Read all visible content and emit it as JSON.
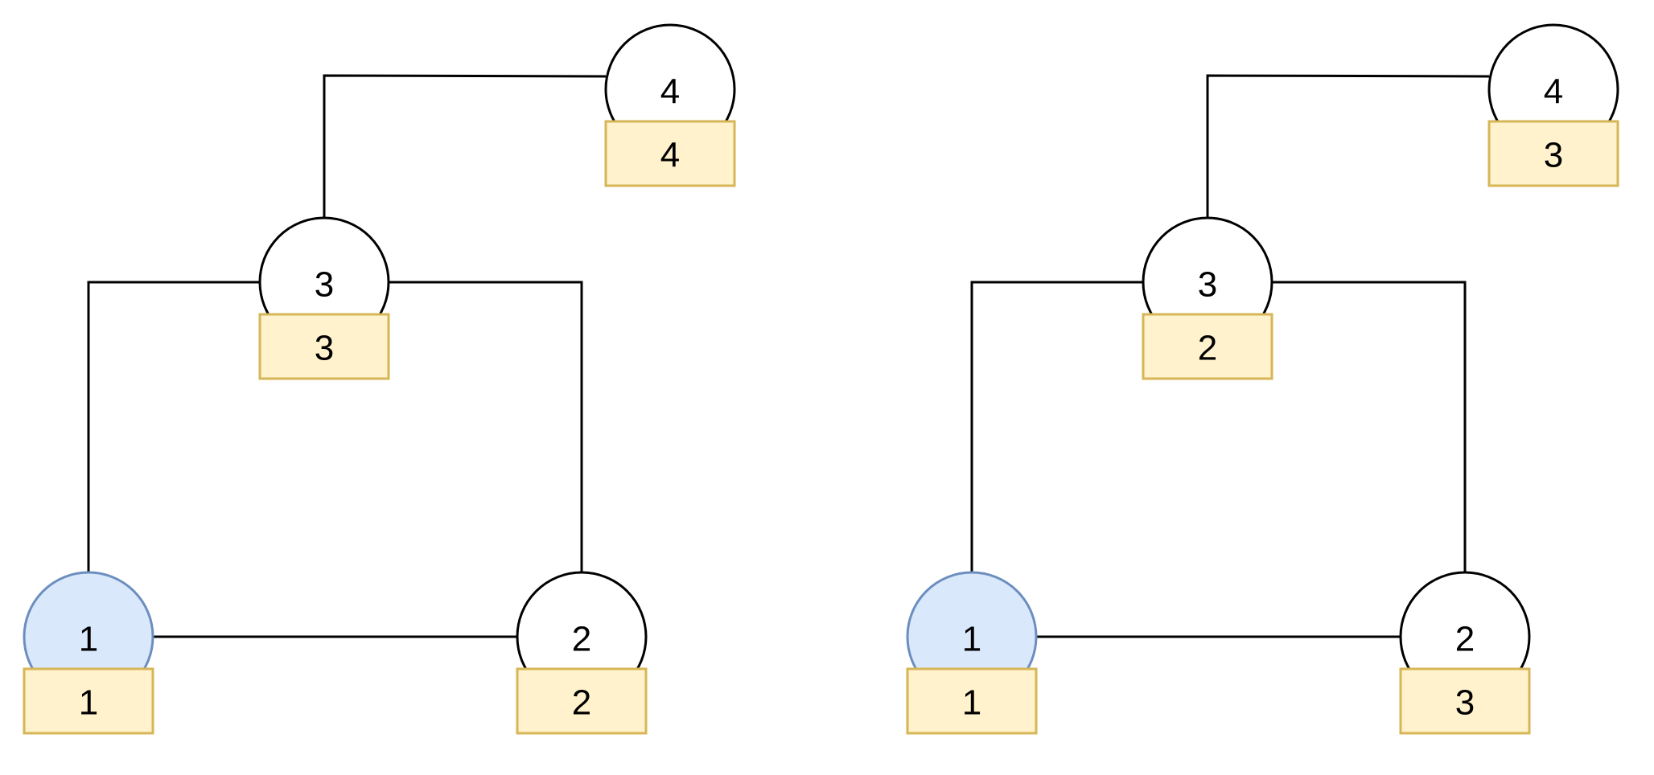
{
  "colors": {
    "edge": "#000000",
    "node_fill": "#ffffff",
    "node_stroke": "#000000",
    "root_fill": "#dae8fc",
    "root_stroke": "#6c8ebf",
    "tag_fill": "#fff2cc",
    "tag_stroke": "#d6b656"
  },
  "panels": [
    {
      "nodes": [
        {
          "id": "1",
          "label": "1",
          "value": "1",
          "root": true
        },
        {
          "id": "2",
          "label": "2",
          "value": "2",
          "root": false
        },
        {
          "id": "3",
          "label": "3",
          "value": "3",
          "root": false
        },
        {
          "id": "4",
          "label": "4",
          "value": "4",
          "root": false
        }
      ],
      "edges": [
        [
          "1",
          "2"
        ],
        [
          "1",
          "3"
        ],
        [
          "2",
          "3"
        ],
        [
          "3",
          "4"
        ]
      ]
    },
    {
      "nodes": [
        {
          "id": "1",
          "label": "1",
          "value": "1",
          "root": true
        },
        {
          "id": "2",
          "label": "2",
          "value": "3",
          "root": false
        },
        {
          "id": "3",
          "label": "3",
          "value": "2",
          "root": false
        },
        {
          "id": "4",
          "label": "4",
          "value": "3",
          "root": false
        }
      ],
      "edges": [
        [
          "1",
          "2"
        ],
        [
          "1",
          "3"
        ],
        [
          "2",
          "3"
        ],
        [
          "3",
          "4"
        ]
      ]
    }
  ]
}
